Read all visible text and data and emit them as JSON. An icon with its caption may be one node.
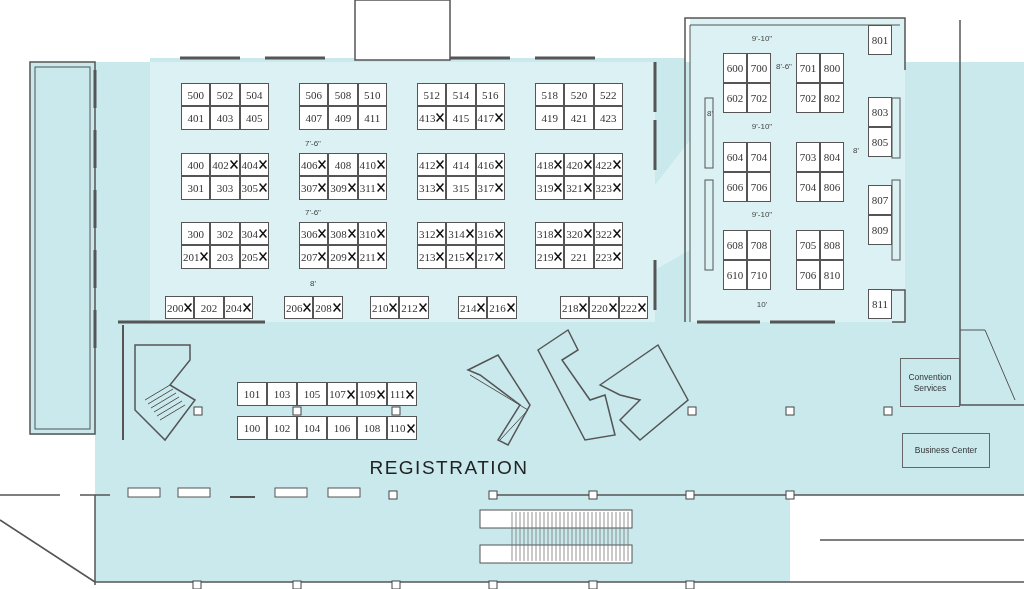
{
  "diagram": {
    "nodes": [
      {
        "text": [
          "500"
        ]
      },
      {
        "text": [
          "502"
        ]
      },
      {
        "text": [
          "504"
        ]
      },
      {
        "text": [
          "401"
        ]
      },
      {
        "text": [
          "403"
        ]
      },
      {
        "text": [
          "405"
        ]
      },
      {
        "text": [
          "506"
        ]
      },
      {
        "text": [
          "508"
        ]
      },
      {
        "text": [
          "510"
        ]
      },
      {
        "text": [
          "407"
        ]
      },
      {
        "text": [
          "409"
        ]
      },
      {
        "text": [
          "411"
        ]
      },
      {
        "text": [
          "512"
        ]
      },
      {
        "text": [
          "514"
        ]
      },
      {
        "text": [
          "516"
        ]
      },
      {
        "text": [
          "413"
        ]
      },
      {
        "text": [
          "415"
        ]
      },
      {
        "text": [
          "417"
        ]
      },
      {
        "text": [
          "518"
        ]
      },
      {
        "text": [
          "520"
        ]
      },
      {
        "text": [
          "522"
        ]
      },
      {
        "text": [
          "419"
        ]
      },
      {
        "text": [
          "421"
        ]
      },
      {
        "text": [
          "423"
        ]
      },
      {
        "text": [
          "400"
        ]
      },
      {
        "text": [
          "402"
        ]
      },
      {
        "text": [
          "404"
        ]
      },
      {
        "text": [
          "301"
        ]
      },
      {
        "text": [
          "303"
        ]
      },
      {
        "text": [
          "305"
        ]
      },
      {
        "text": [
          "406"
        ]
      },
      {
        "text": [
          "408"
        ]
      },
      {
        "text": [
          "410"
        ]
      },
      {
        "text": [
          "307"
        ]
      },
      {
        "text": [
          "309"
        ]
      },
      {
        "text": [
          "311"
        ]
      },
      {
        "text": [
          "412"
        ]
      },
      {
        "text": [
          "414"
        ]
      },
      {
        "text": [
          "416"
        ]
      },
      {
        "text": [
          "313"
        ]
      },
      {
        "text": [
          "315"
        ]
      },
      {
        "text": [
          "317"
        ]
      },
      {
        "text": [
          "418"
        ]
      },
      {
        "text": [
          "420"
        ]
      },
      {
        "text": [
          "422"
        ]
      },
      {
        "text": [
          "319"
        ]
      },
      {
        "text": [
          "321"
        ]
      },
      {
        "text": [
          "323"
        ]
      },
      {
        "text": [
          "300"
        ]
      },
      {
        "text": [
          "302"
        ]
      },
      {
        "text": [
          "304"
        ]
      },
      {
        "text": [
          "201"
        ]
      },
      {
        "text": [
          "203"
        ]
      },
      {
        "text": [
          "205"
        ]
      },
      {
        "text": [
          "306"
        ]
      },
      {
        "text": [
          "308"
        ]
      },
      {
        "text": [
          "310"
        ]
      },
      {
        "text": [
          "207"
        ]
      },
      {
        "text": [
          "209"
        ]
      },
      {
        "text": [
          "211"
        ]
      },
      {
        "text": [
          "312"
        ]
      },
      {
        "text": [
          "314"
        ]
      },
      {
        "text": [
          "316"
        ]
      },
      {
        "text": [
          "213"
        ]
      },
      {
        "text": [
          "215"
        ]
      },
      {
        "text": [
          "217"
        ]
      },
      {
        "text": [
          "318"
        ]
      },
      {
        "text": [
          "320"
        ]
      },
      {
        "text": [
          "322"
        ]
      },
      {
        "text": [
          "219"
        ]
      },
      {
        "text": [
          "221"
        ]
      },
      {
        "text": [
          "223"
        ]
      },
      {
        "text": [
          "200"
        ]
      },
      {
        "text": [
          "202"
        ]
      },
      {
        "text": [
          "204"
        ]
      },
      {
        "text": [
          "206"
        ]
      },
      {
        "text": [
          "208"
        ]
      },
      {
        "text": [
          "210"
        ]
      },
      {
        "text": [
          "212"
        ]
      },
      {
        "text": [
          "214"
        ]
      },
      {
        "text": [
          "216"
        ]
      },
      {
        "text": [
          "218"
        ]
      },
      {
        "text": [
          "220"
        ]
      },
      {
        "text": [
          "222"
        ]
      },
      {
        "text": [
          "600"
        ]
      },
      {
        "text": [
          "700"
        ]
      },
      {
        "text": [
          "602"
        ]
      },
      {
        "text": [
          "702"
        ]
      },
      {
        "text": [
          "701"
        ]
      },
      {
        "text": [
          "800"
        ]
      },
      {
        "text": [
          "702"
        ]
      },
      {
        "text": [
          "802"
        ]
      },
      {
        "text": [
          "604"
        ]
      },
      {
        "text": [
          "704"
        ]
      },
      {
        "text": [
          "606"
        ]
      },
      {
        "text": [
          "706"
        ]
      },
      {
        "text": [
          "703"
        ]
      },
      {
        "text": [
          "804"
        ]
      },
      {
        "text": [
          "704"
        ]
      },
      {
        "text": [
          "806"
        ]
      },
      {
        "text": [
          "608"
        ]
      },
      {
        "text": [
          "708"
        ]
      },
      {
        "text": [
          "610"
        ]
      },
      {
        "text": [
          "710"
        ]
      },
      {
        "text": [
          "705"
        ]
      },
      {
        "text": [
          "808"
        ]
      },
      {
        "text": [
          "706"
        ]
      },
      {
        "text": [
          "810"
        ]
      },
      {
        "text": [
          "801"
        ]
      },
      {
        "text": [
          "803"
        ]
      },
      {
        "text": [
          "805"
        ]
      },
      {
        "text": [
          "807"
        ]
      },
      {
        "text": [
          "809"
        ]
      },
      {
        "text": [
          "811"
        ]
      },
      {
        "text": [
          "101"
        ]
      },
      {
        "text": [
          "103"
        ]
      },
      {
        "text": [
          "105"
        ]
      },
      {
        "text": [
          "107"
        ]
      },
      {
        "text": [
          "109"
        ]
      },
      {
        "text": [
          "111"
        ]
      },
      {
        "text": [
          "100"
        ]
      },
      {
        "text": [
          "102"
        ]
      },
      {
        "text": [
          "104"
        ]
      },
      {
        "text": [
          "106"
        ]
      },
      {
        "text": [
          "108"
        ]
      },
      {
        "text": [
          "110"
        ]
      },
      {
        "text": [
          "Convention Services"
        ]
      },
      {
        "text": [
          "Business Center"
        ]
      },
      {
        "text": [],
        "shape": "cross",
        "in": 15
      },
      {
        "text": [],
        "shape": "cross",
        "in": 17
      },
      {
        "text": [],
        "shape": "cross",
        "in": 25
      },
      {
        "text": [],
        "shape": "cross",
        "in": 26
      },
      {
        "text": [],
        "shape": "cross",
        "in": 29
      },
      {
        "text": [],
        "shape": "cross",
        "in": 30
      },
      {
        "text": [],
        "shape": "cross",
        "in": 32
      },
      {
        "text": [],
        "shape": "cross",
        "in": 33
      },
      {
        "text": [],
        "shape": "cross",
        "in": 34
      },
      {
        "text": [],
        "shape": "cross",
        "in": 35
      },
      {
        "text": [],
        "shape": "cross",
        "in": 36
      },
      {
        "text": [],
        "shape": "cross",
        "in": 38
      },
      {
        "text": [],
        "shape": "cross",
        "in": 39
      },
      {
        "text": [],
        "shape": "cross",
        "in": 41
      },
      {
        "text": [],
        "shape": "cross",
        "in": 42
      },
      {
        "text": [],
        "shape": "cross",
        "in": 43
      },
      {
        "text": [],
        "shape": "cross",
        "in": 44
      },
      {
        "text": [],
        "shape": "cross",
        "in": 45
      },
      {
        "text": [],
        "shape": "cross",
        "in": 46
      },
      {
        "text": [],
        "shape": "cross",
        "in": 47
      },
      {
        "text": [],
        "shape": "cross",
        "in": 50
      },
      {
        "text": [],
        "shape": "cross",
        "in": 51
      },
      {
        "text": [],
        "shape": "cross",
        "in": 53
      },
      {
        "text": [],
        "shape": "cross",
        "in": 54
      },
      {
        "text": [],
        "shape": "cross",
        "in": 55
      },
      {
        "text": [],
        "shape": "cross",
        "in": 56
      },
      {
        "text": [],
        "shape": "cross",
        "in": 57
      },
      {
        "text": [],
        "shape": "cross",
        "in": 58
      },
      {
        "text": [],
        "shape": "cross",
        "in": 59
      },
      {
        "text": [],
        "shape": "cross",
        "in": 60
      },
      {
        "text": [],
        "shape": "cross",
        "in": 61
      },
      {
        "text": [],
        "shape": "cross",
        "in": 62
      },
      {
        "text": [],
        "shape": "cross",
        "in": 63
      },
      {
        "text": [],
        "shape": "cross",
        "in": 64
      },
      {
        "text": [],
        "shape": "cross",
        "in": 65
      },
      {
        "text": [],
        "shape": "cross",
        "in": 66
      },
      {
        "text": [],
        "shape": "cross",
        "in": 67
      },
      {
        "text": [],
        "shape": "cross",
        "in": 68
      },
      {
        "text": [],
        "shape": "cross",
        "in": 69
      },
      {
        "text": [],
        "shape": "cross",
        "in": 71
      },
      {
        "text": [],
        "shape": "cross",
        "in": 72
      },
      {
        "text": [],
        "shape": "cross",
        "in": 74
      },
      {
        "text": [],
        "shape": "cross",
        "in": 75
      },
      {
        "text": [],
        "shape": "cross",
        "in": 76
      },
      {
        "text": [],
        "shape": "cross",
        "in": 77
      },
      {
        "text": [],
        "shape": "cross",
        "in": 78
      },
      {
        "text": [],
        "shape": "cross",
        "in": 79
      },
      {
        "text": [],
        "shape": "cross",
        "in": 80
      },
      {
        "text": [],
        "shape": "cross",
        "in": 81
      },
      {
        "text": [],
        "shape": "cross",
        "in": 82
      },
      {
        "text": [],
        "shape": "cross",
        "in": 83
      },
      {
        "text": [],
        "shape": "cross",
        "in": 117
      },
      {
        "text": [],
        "shape": "cross",
        "in": 118
      },
      {
        "text": [],
        "shape": "cross",
        "in": 119
      },
      {
        "text": [],
        "shape": "cross",
        "in": 125
      }
    ],
    "labels": [
      "9'-10\"",
      "8'-6\"",
      "8'",
      "9'-10\"",
      "7'-6\"",
      "8'",
      "7'-6\"",
      "9'-10\"",
      "8'",
      "10'",
      "REGISTRATION"
    ]
  }
}
